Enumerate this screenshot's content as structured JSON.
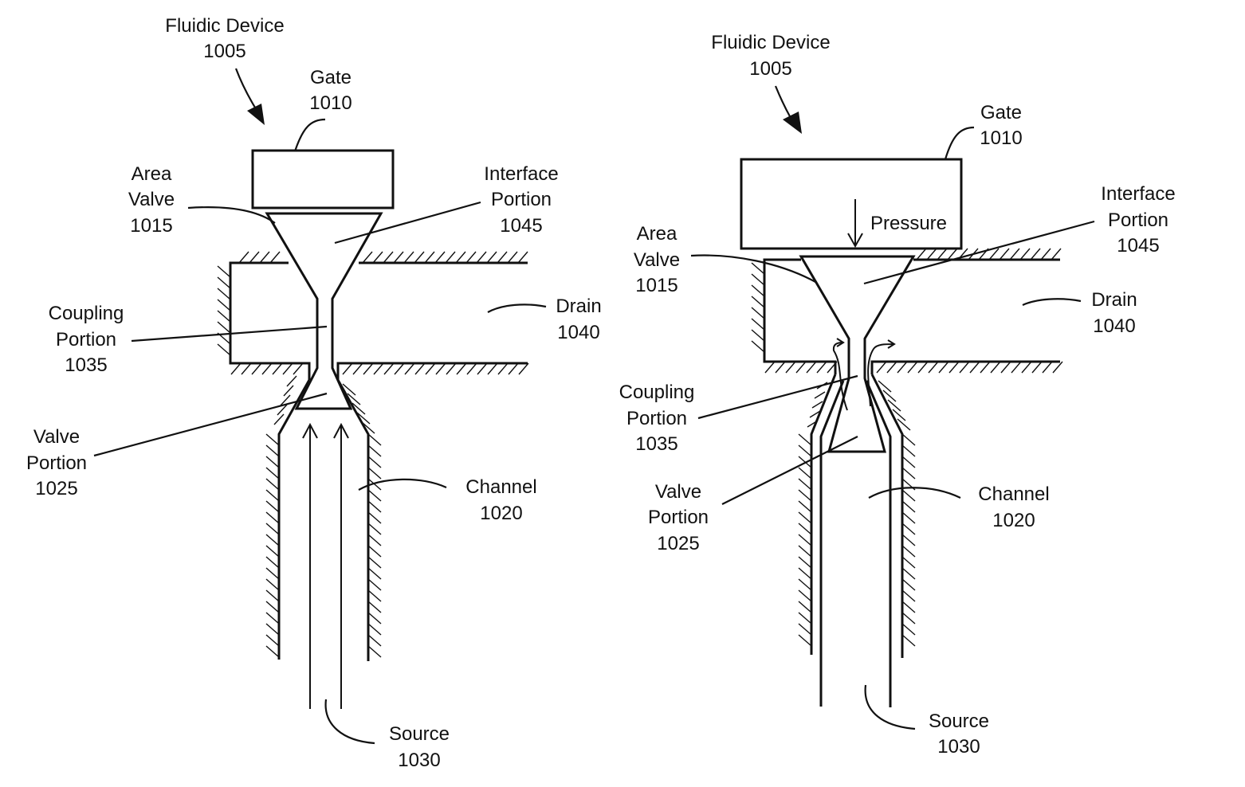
{
  "left_figure": {
    "fluidic_device": {
      "name": "Fluidic Device",
      "number": "1005"
    },
    "gate": {
      "name": "Gate",
      "number": "1010"
    },
    "area_valve": {
      "line1": "Area",
      "line2": "Valve",
      "number": "1015"
    },
    "interface_portion": {
      "line1": "Interface",
      "line2": "Portion",
      "number": "1045"
    },
    "coupling_portion": {
      "line1": "Coupling",
      "line2": "Portion",
      "number": "1035"
    },
    "drain": {
      "name": "Drain",
      "number": "1040"
    },
    "valve_portion": {
      "line1": "Valve",
      "line2": "Portion",
      "number": "1025"
    },
    "channel": {
      "name": "Channel",
      "number": "1020"
    },
    "source": {
      "name": "Source",
      "number": "1030"
    }
  },
  "right_figure": {
    "fluidic_device": {
      "name": "Fluidic Device",
      "number": "1005"
    },
    "gate": {
      "name": "Gate",
      "number": "1010"
    },
    "pressure": "Pressure",
    "area_valve": {
      "line1": "Area",
      "line2": "Valve",
      "number": "1015"
    },
    "interface_portion": {
      "line1": "Interface",
      "line2": "Portion",
      "number": "1045"
    },
    "coupling_portion": {
      "line1": "Coupling",
      "line2": "Portion",
      "number": "1035"
    },
    "drain": {
      "name": "Drain",
      "number": "1040"
    },
    "valve_portion": {
      "line1": "Valve",
      "line2": "Portion",
      "number": "1025"
    },
    "channel": {
      "name": "Channel",
      "number": "1020"
    },
    "source": {
      "name": "Source",
      "number": "1030"
    }
  }
}
